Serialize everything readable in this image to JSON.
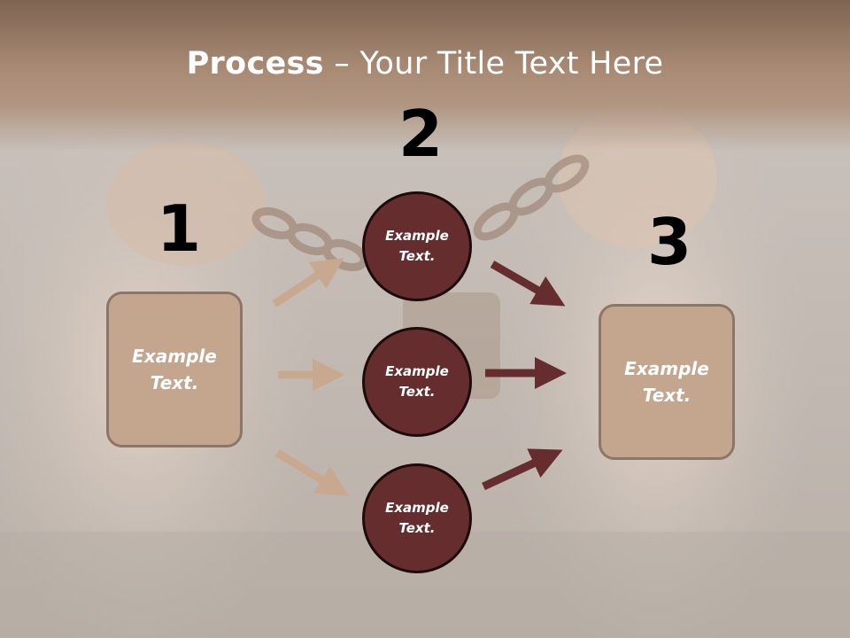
{
  "title": {
    "bold": "Process",
    "rest": " – Your Title Text Here"
  },
  "steps": [
    {
      "number": "1",
      "label": "Example Text."
    },
    {
      "number": "2",
      "label": "Example Text."
    },
    {
      "number": "3",
      "label": "Example Text."
    }
  ],
  "circles": [
    {
      "label": "Example Text."
    },
    {
      "label": "Example Text."
    },
    {
      "label": "Example Text."
    }
  ],
  "colors": {
    "title_band": "#a88a74",
    "box_fill": "#c4a68e",
    "circle_fill": "#652d2e",
    "arrow_light": "#c8a990",
    "arrow_dark": "#652d2e"
  }
}
